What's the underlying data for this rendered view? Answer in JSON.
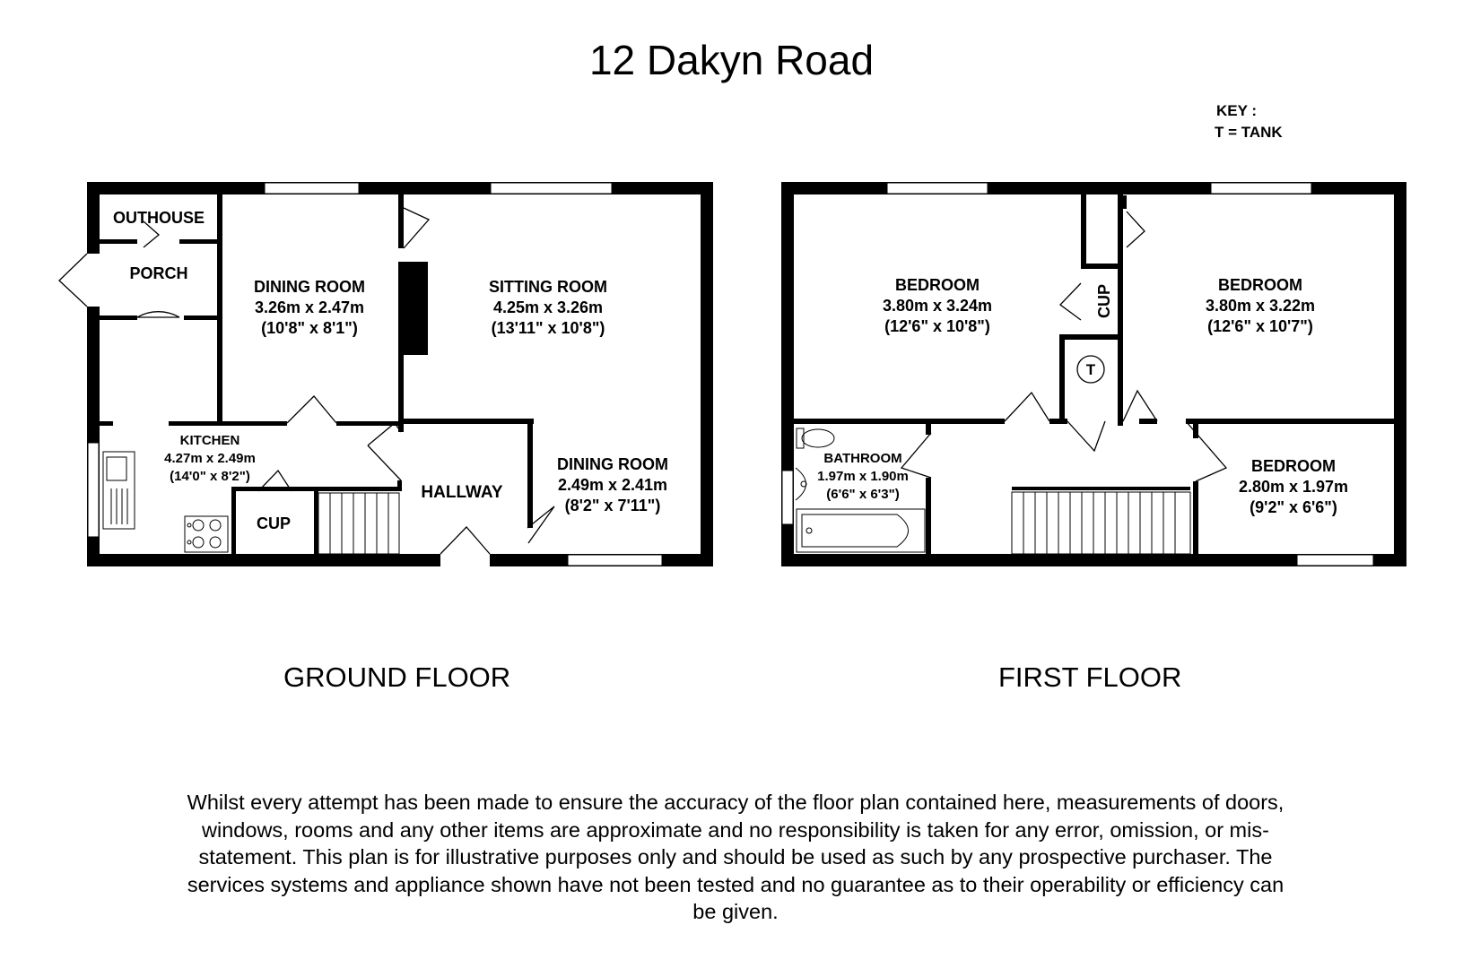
{
  "title": "12 Dakyn Road",
  "key": {
    "heading": "KEY :",
    "entry": "T = TANK",
    "tank_symbol": "T"
  },
  "ground_floor": {
    "label": "GROUND FLOOR",
    "outhouse": "OUTHOUSE",
    "porch": "PORCH",
    "dining_room": {
      "name": "DINING ROOM",
      "metric": "3.26m x 2.47m",
      "imperial": "(10'8\" x 8'1\")"
    },
    "sitting_room": {
      "name": "SITTING ROOM",
      "metric": "4.25m x 3.26m",
      "imperial": "(13'11\" x 10'8\")"
    },
    "kitchen": {
      "name": "KITCHEN",
      "metric": "4.27m x 2.49m",
      "imperial": "(14'0\" x 8'2\")"
    },
    "cupboard": "CUP",
    "hallway": "HALLWAY",
    "dining_room_2": {
      "name": "DINING ROOM",
      "metric": "2.49m x 2.41m",
      "imperial": "(8'2\" x 7'11\")"
    }
  },
  "first_floor": {
    "label": "FIRST FLOOR",
    "bedroom_1": {
      "name": "BEDROOM",
      "metric": "3.80m x 3.24m",
      "imperial": "(12'6\" x 10'8\")"
    },
    "bedroom_2": {
      "name": "BEDROOM",
      "metric": "3.80m x 3.22m",
      "imperial": "(12'6\" x 10'7\")"
    },
    "cupboard": "CUP",
    "bathroom": {
      "name": "BATHROOM",
      "metric": "1.97m x 1.90m",
      "imperial": "(6'6\" x 6'3\")"
    },
    "bedroom_3": {
      "name": "BEDROOM",
      "metric": "2.80m x 1.97m",
      "imperial": "(9'2\" x 6'6\")"
    }
  },
  "disclaimer": "Whilst every attempt has been made to ensure the accuracy of the floor plan contained here, measurements of doors, windows, rooms and any other items are approximate and no responsibility is taken for any error, omission, or mis-statement. This plan is for illustrative purposes only and should be used as such by any prospective purchaser. The services systems and appliance shown have not been tested and no guarantee as to their operability or efficiency can be given."
}
